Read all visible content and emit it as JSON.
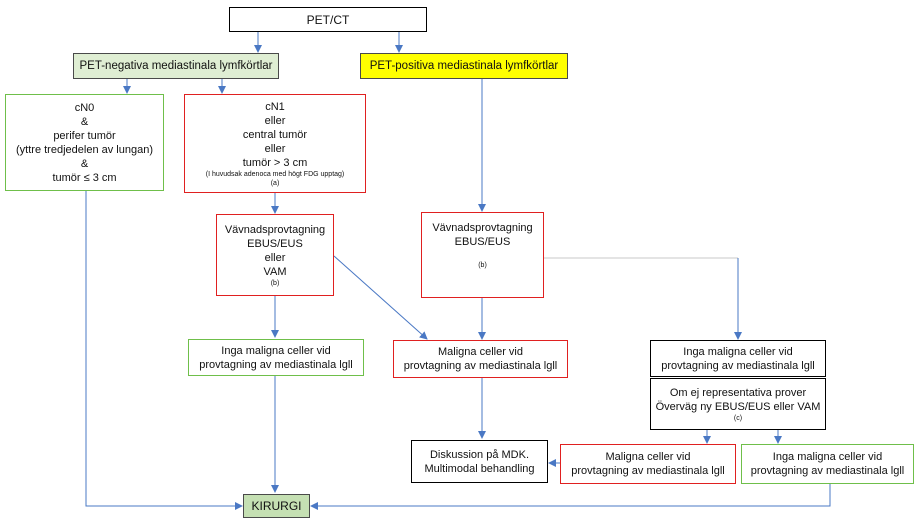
{
  "pet_ct": "PET/CT",
  "pet_negative": "PET-negativa mediastinala lymfkörtlar",
  "pet_positive": "PET-positiva mediastinala lymfkörtlar",
  "cn0": {
    "lines": [
      "cN0",
      "&",
      "perifer tumör",
      "(yttre tredjedelen av lungan)",
      "&",
      "tumör ≤ 3 cm"
    ]
  },
  "cn1": {
    "lines": [
      "cN1",
      "eller",
      "central tumör",
      "eller",
      "tumör > 3 cm"
    ],
    "note": "(I huvudsak adenoca med högt FDG upptag)",
    "ref": "(a)"
  },
  "sampling_left": {
    "lines": [
      "Vävnadsprovtagning",
      "EBUS/EUS",
      "eller",
      "VAM"
    ],
    "ref": "(b)"
  },
  "sampling_right": {
    "lines": [
      "Vävnadsprovtagning",
      "EBUS/EUS"
    ],
    "ref": "(b)"
  },
  "no_malignant_left": [
    "Inga maligna celler vid",
    "provtagning av mediastinala lgll"
  ],
  "malignant_mid": [
    "Maligna celler vid",
    "provtagning av mediastinala lgll"
  ],
  "no_malignant_right": [
    "Inga maligna celler vid",
    "provtagning av mediastinala lgll"
  ],
  "representative": {
    "lines": [
      "Om ej representativa prover",
      "Överväg ny EBUS/EUS eller VAM"
    ],
    "ref": "(c)"
  },
  "mdk": [
    "Diskussion på MDK.",
    "Multimodal behandling"
  ],
  "malignant_lower": [
    "Maligna celler vid",
    "provtagning av mediastinala lgll"
  ],
  "no_malignant_lower": [
    "Inga maligna celler vid",
    "provtagning av mediastinala lgll"
  ],
  "surgery": "KIRURGI",
  "colors": {
    "arrow": "#4a78c4",
    "red_border": "#e02020",
    "green_border": "#6fbf4a",
    "green_fill": "#dfeed3",
    "yellow_fill": "#ffff00",
    "surgery_fill": "#c5e0b3"
  }
}
